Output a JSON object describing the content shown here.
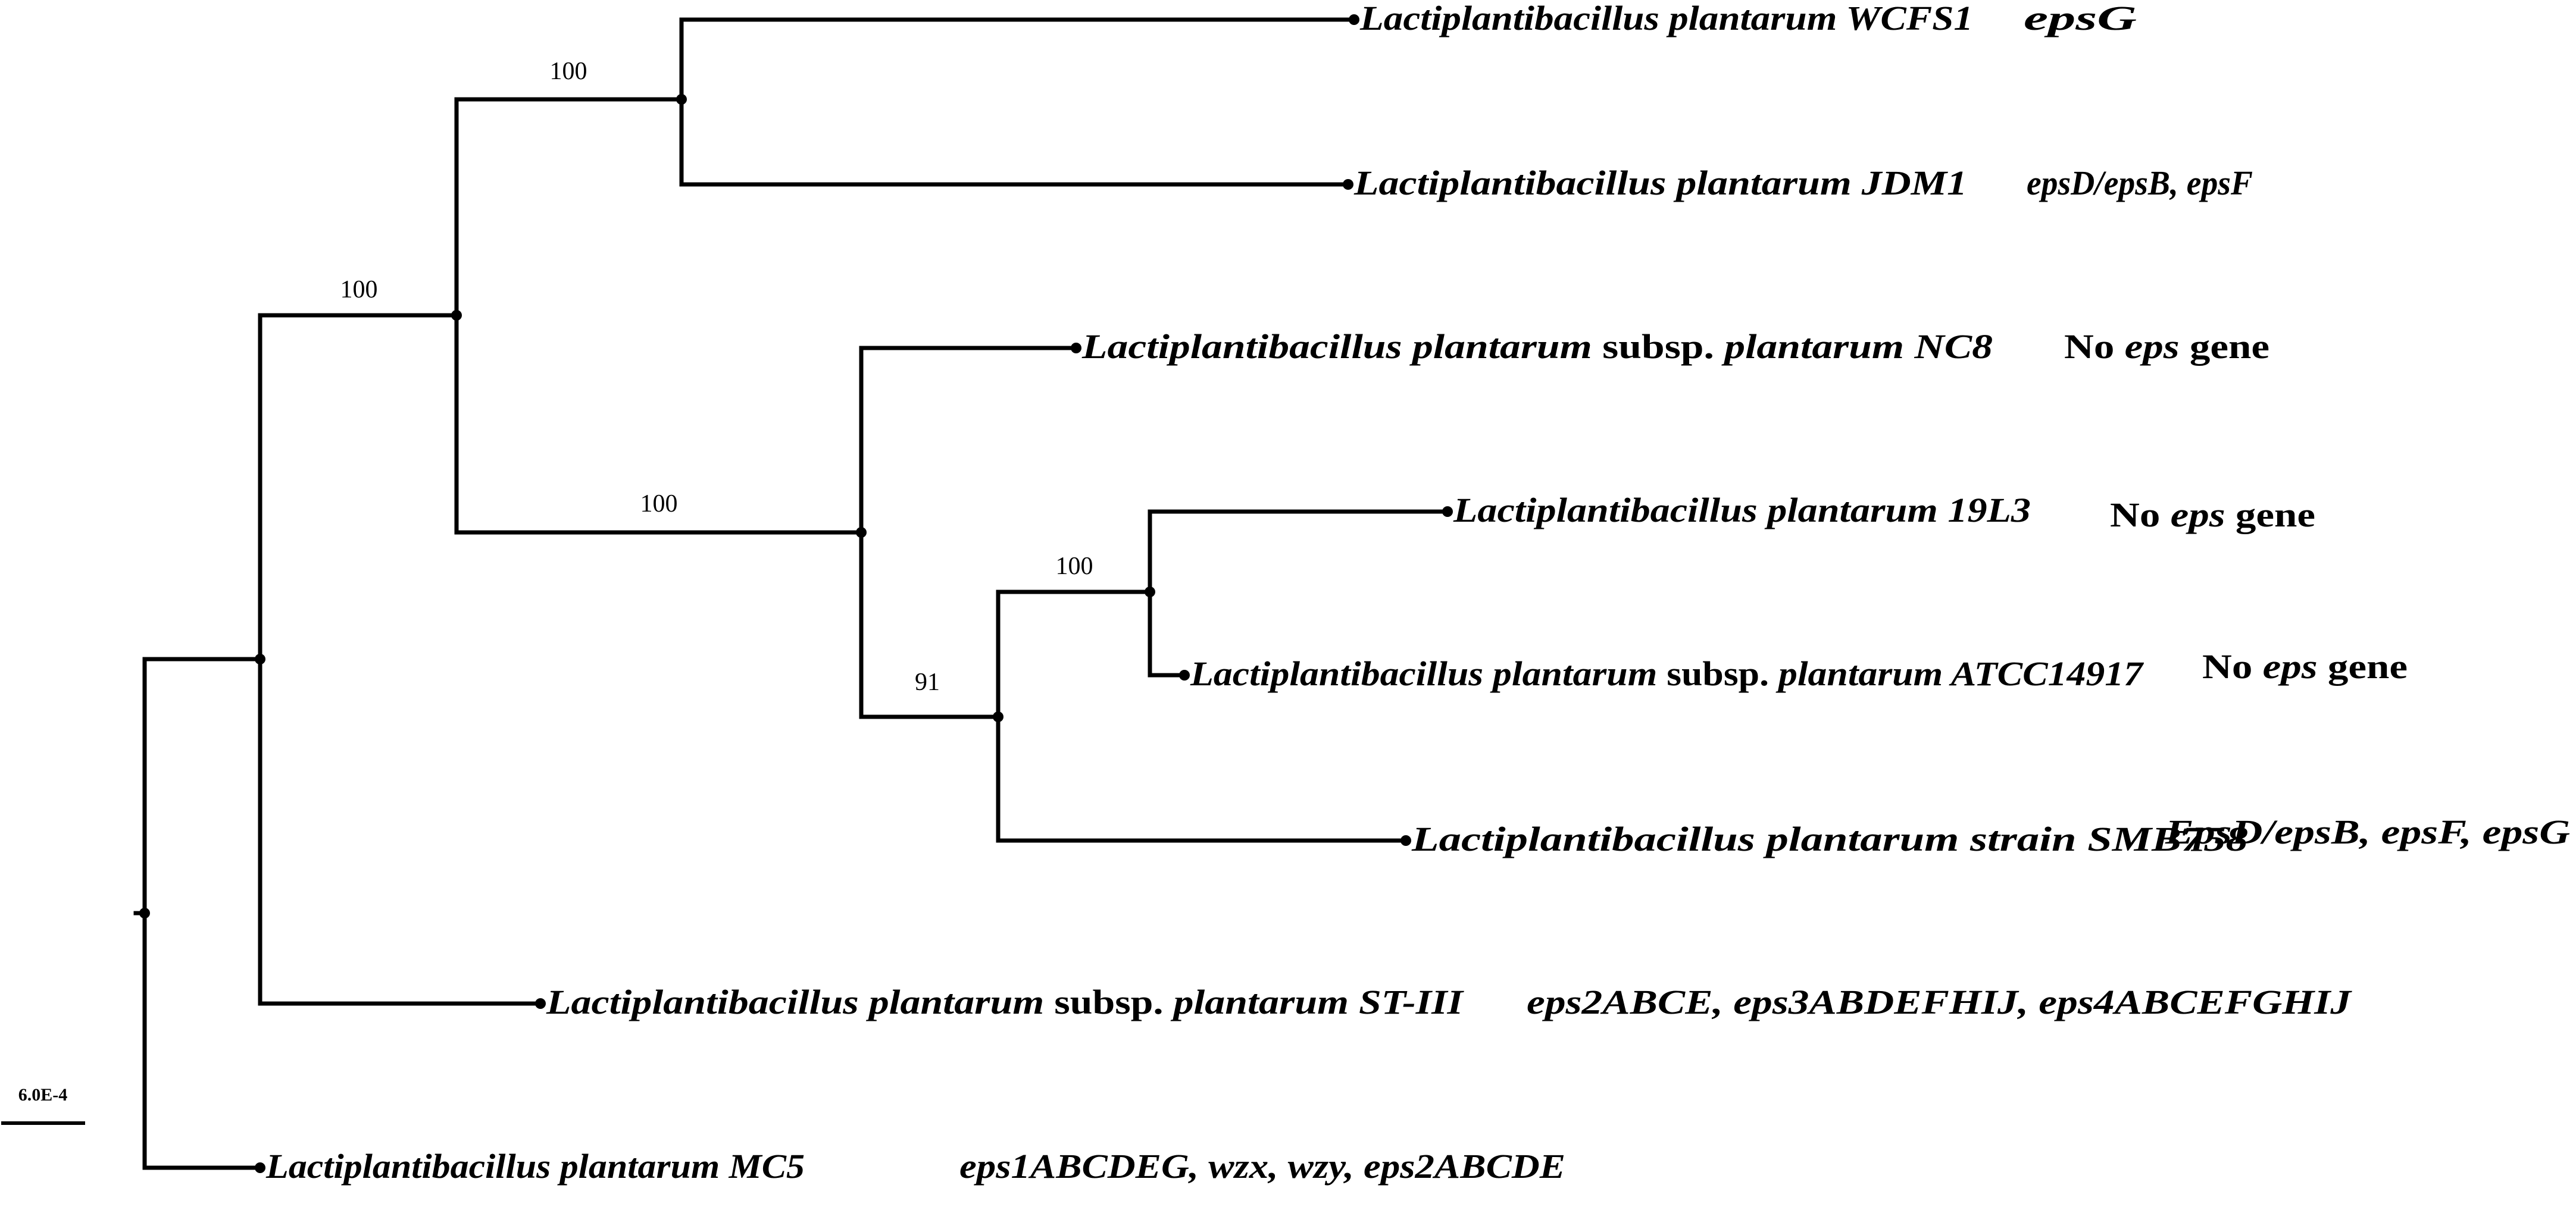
{
  "tree": {
    "bootstrap": {
      "clade_wcfs1_jdm1": "100",
      "clade_upper": "100",
      "clade_nc8_group": "100",
      "clade_19l3_atcc": "100",
      "clade_smb758_group": "91"
    },
    "taxa": [
      {
        "id": "wcfs1",
        "parts": [
          {
            "text": "Lactiplantibacillus plantarum WCFS1",
            "italic": true
          }
        ],
        "genes": [
          {
            "text": "epsG",
            "italic": true
          }
        ]
      },
      {
        "id": "jdm1",
        "parts": [
          {
            "text": "Lactiplantibacillus plantarum JDM1",
            "italic": true
          }
        ],
        "genes": [
          {
            "text": "epsD/epsB, epsF",
            "italic": true
          }
        ]
      },
      {
        "id": "nc8",
        "parts": [
          {
            "text": "Lactiplantibacillus plantarum",
            "italic": true
          },
          {
            "text": " subsp. ",
            "italic": false
          },
          {
            "text": "plantarum NC8",
            "italic": true
          }
        ],
        "genes": [
          {
            "text": "No ",
            "italic": false
          },
          {
            "text": "eps",
            "italic": true
          },
          {
            "text": " gene",
            "italic": false
          }
        ]
      },
      {
        "id": "19l3",
        "parts": [
          {
            "text": "Lactiplantibacillus plantarum 19L3",
            "italic": true
          }
        ],
        "genes": [
          {
            "text": "No ",
            "italic": false
          },
          {
            "text": "eps",
            "italic": true
          },
          {
            "text": " gene",
            "italic": false
          }
        ]
      },
      {
        "id": "atcc14917",
        "parts": [
          {
            "text": "Lactiplantibacillus plantarum",
            "italic": true
          },
          {
            "text": " subsp. ",
            "italic": false
          },
          {
            "text": "plantarum ATCC14917",
            "italic": true
          }
        ],
        "genes": [
          {
            "text": "No ",
            "italic": false
          },
          {
            "text": "eps",
            "italic": true
          },
          {
            "text": " gene",
            "italic": false
          }
        ]
      },
      {
        "id": "smb758",
        "parts": [
          {
            "text": "Lactiplantibacillus plantarum strain SMB758",
            "italic": true
          }
        ],
        "genes": [
          {
            "text": "EpsD/epsB, epsF, epsG",
            "italic": true
          }
        ]
      },
      {
        "id": "st3",
        "parts": [
          {
            "text": "Lactiplantibacillus plantarum",
            "italic": true
          },
          {
            "text": " subsp. ",
            "italic": false
          },
          {
            "text": "plantarum ST-III",
            "italic": true
          }
        ],
        "genes": [
          {
            "text": "eps2ABCE, eps3ABDEFHIJ, eps4ABCEFGHIJ",
            "italic": true
          }
        ]
      },
      {
        "id": "mc5",
        "parts": [
          {
            "text": "Lactiplantibacillus plantarum MC5",
            "italic": true
          }
        ],
        "genes": [
          {
            "text": "eps1ABCDEG, wzx, wzy, eps2ABCDE",
            "italic": true
          }
        ]
      }
    ],
    "scale_bar": {
      "label": "6.0E-4"
    }
  }
}
